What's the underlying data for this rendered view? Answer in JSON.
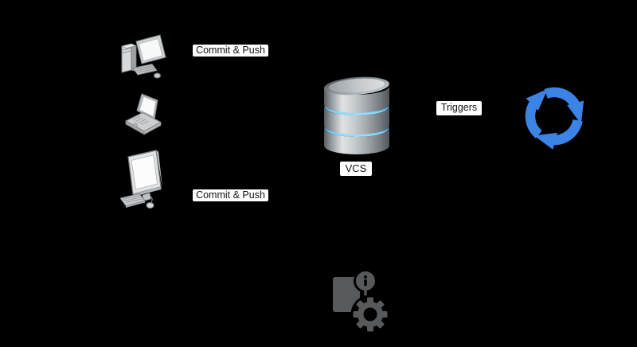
{
  "diagram": {
    "background_color": "#000000",
    "labels": {
      "commit_push_top": "Commit & Push",
      "commit_push_bottom": "Commit & Push",
      "vcs": "VCS",
      "triggers": "Triggers"
    },
    "label_style": {
      "background": "#FFFFFF",
      "text_color": "#141414"
    },
    "nodes": [
      {
        "id": "desktop-computer",
        "icon": "desktop-computer-icon"
      },
      {
        "id": "laptop-computer",
        "icon": "laptop-icon"
      },
      {
        "id": "monitor-workstation",
        "icon": "desktop-monitor-icon"
      },
      {
        "id": "vcs-database",
        "icon": "database-cylinder-icon",
        "label": "VCS"
      },
      {
        "id": "ci-cycle",
        "icon": "cycle-arrows-icon"
      },
      {
        "id": "build-config",
        "icon": "document-info-gear-icon"
      }
    ],
    "colors": {
      "cycle_arrows_blue": "#3C83E6",
      "database_band_blue": "#7FD4FB",
      "database_metal_gray": "#AAAFB3",
      "build_icon_gray": "#58595B",
      "computer_icon_gray": "#CFD2D4"
    }
  }
}
